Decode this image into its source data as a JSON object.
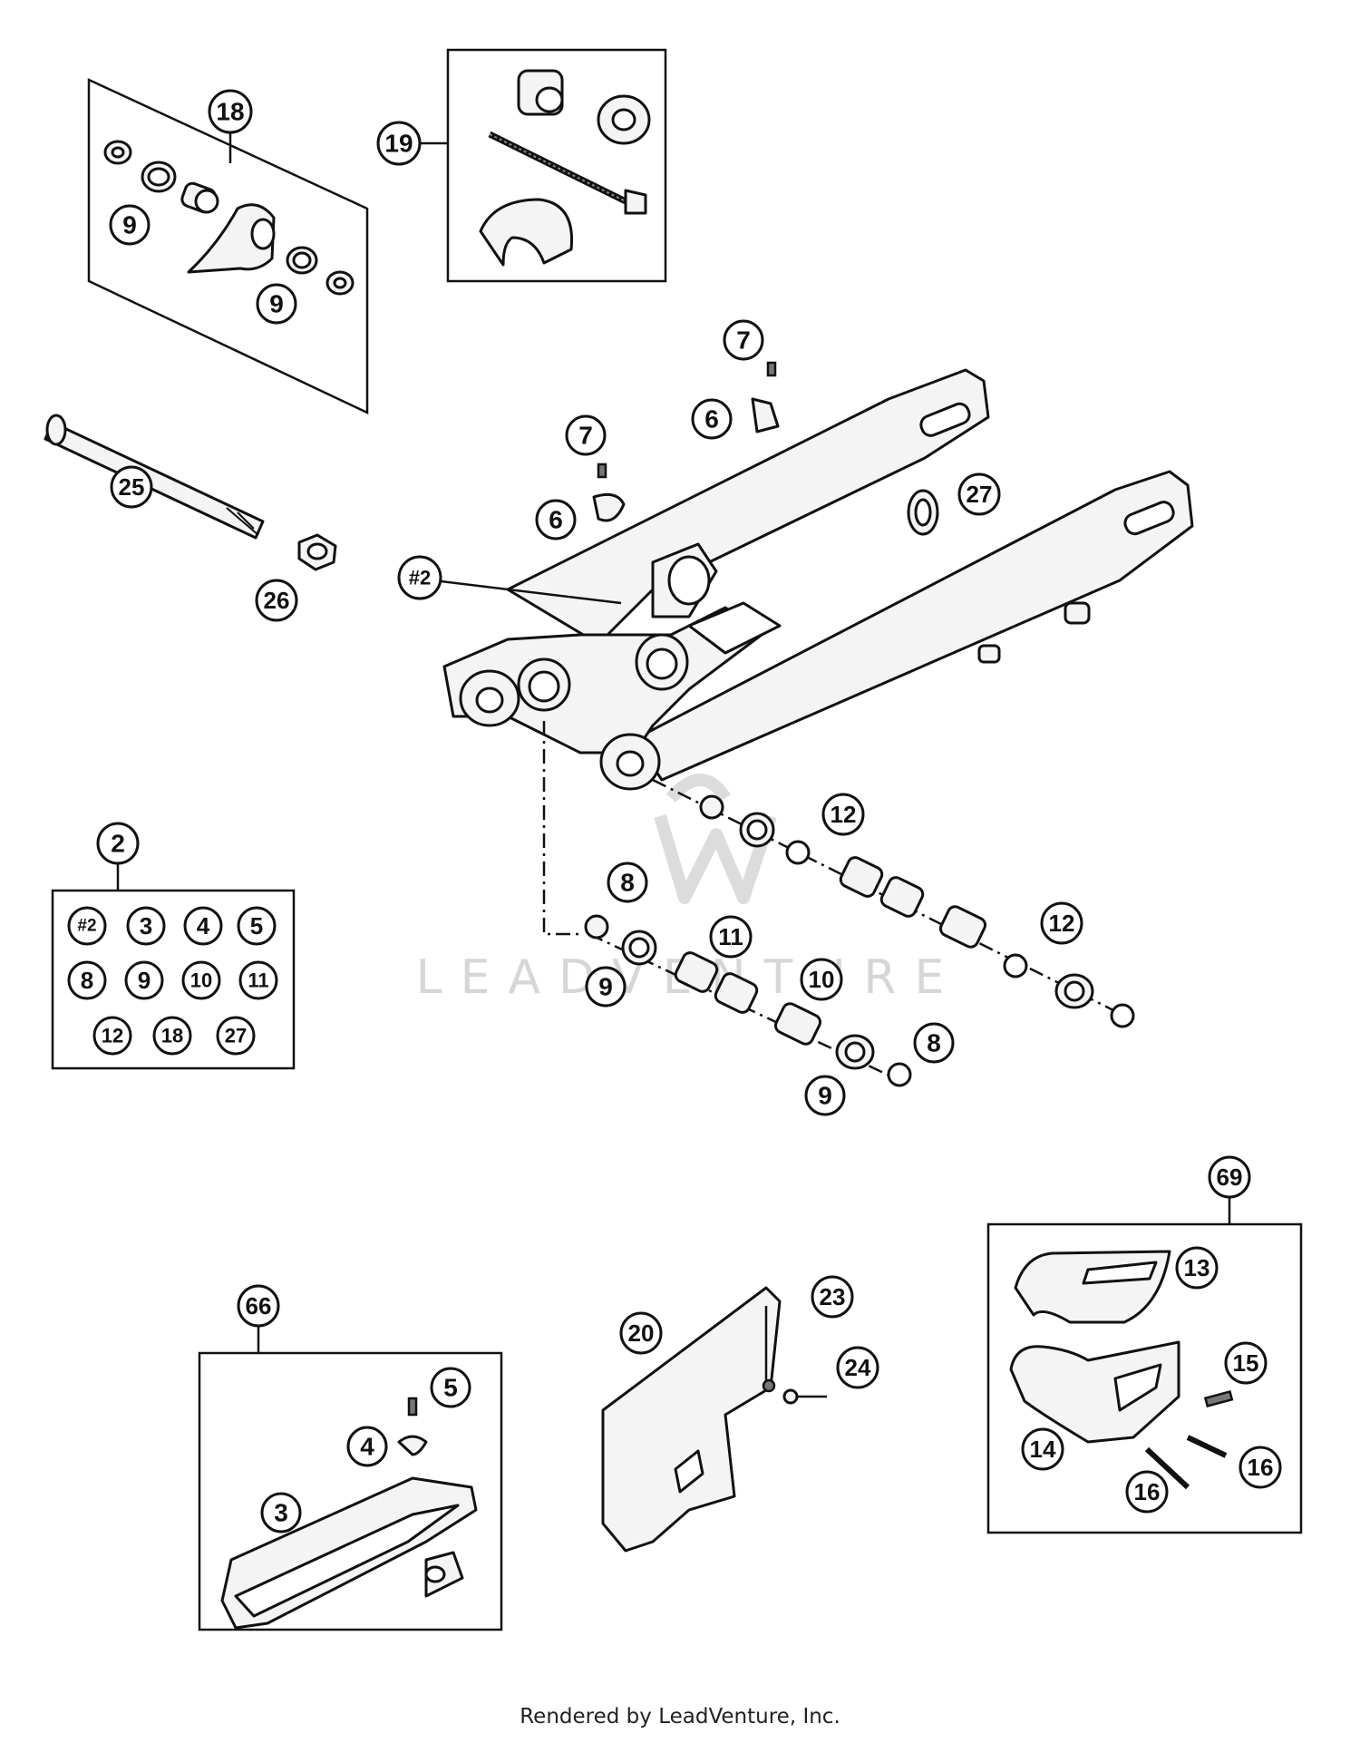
{
  "diagram": {
    "watermark": "LEADVENTURE",
    "footer": "Rendered by LeadVenture, Inc.",
    "callouts": {
      "c18": "18",
      "c19": "19",
      "c9a": "9",
      "c9b": "9",
      "c7a": "7",
      "c6a": "6",
      "c7b": "7",
      "c6b": "6",
      "c27": "27",
      "c25": "25",
      "c26": "26",
      "c2hash": "#2",
      "c12a": "12",
      "c12b": "12",
      "c8a": "8",
      "c11": "11",
      "c9c": "9",
      "c10": "10",
      "c8b": "8",
      "c9d": "9",
      "c69": "69",
      "c13": "13",
      "c15": "15",
      "c14": "14",
      "c16a": "16",
      "c16b": "16",
      "c66": "66",
      "c5": "5",
      "c4": "4",
      "c3": "3",
      "c20": "20",
      "c23": "23",
      "c24": "24"
    },
    "kit_2": {
      "label": "2",
      "items": [
        "#2",
        "3",
        "4",
        "5",
        "8",
        "9",
        "10",
        "11",
        "12",
        "18",
        "27"
      ]
    }
  }
}
